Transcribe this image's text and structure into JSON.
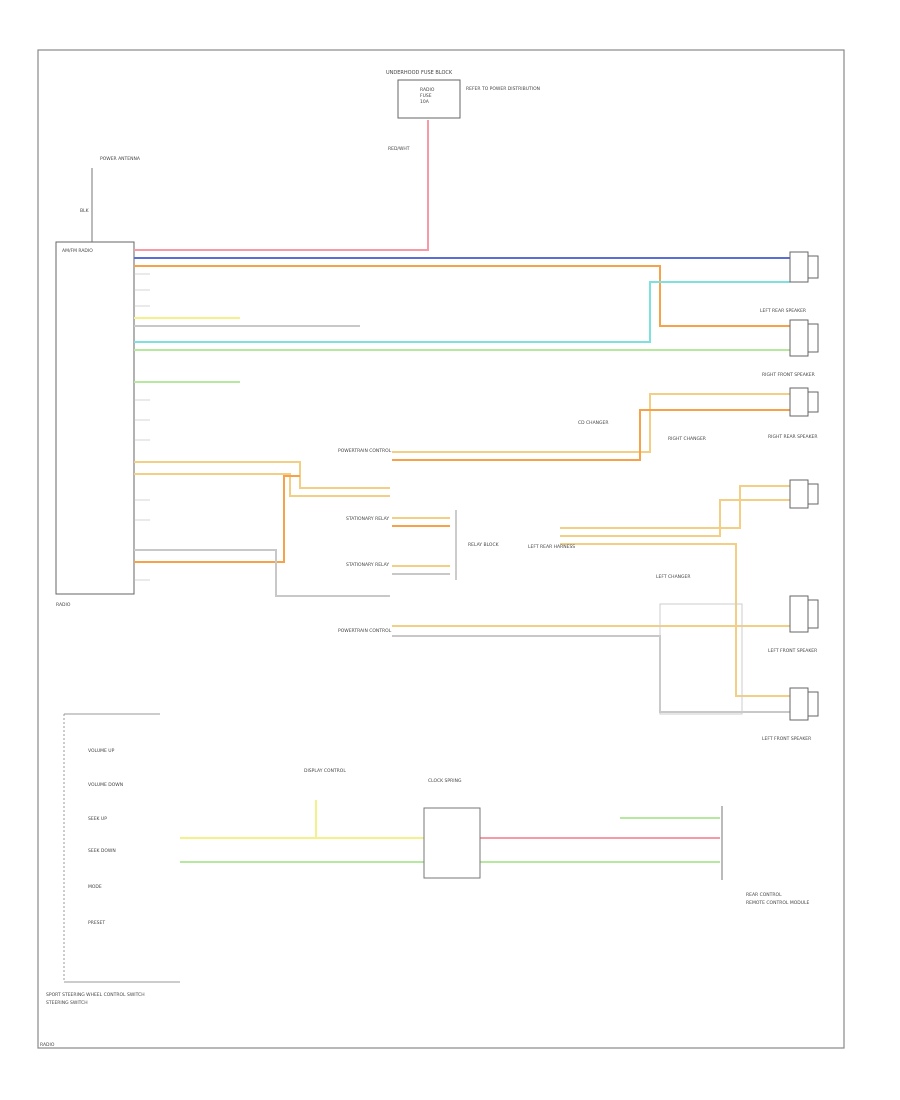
{
  "labels": {
    "fuse_block": "UNDERHOOD FUSE BLOCK",
    "fuse_line1": "RADIO",
    "fuse_line2": "FUSE",
    "fuse_line3": "10A",
    "fuse_note": "REFER TO POWER DISTRIBUTION",
    "fuse_wire": "RED/WHT",
    "antenna": "POWER ANTENNA",
    "antenna_wire": "BLK",
    "radio_title": "AM/FM RADIO",
    "radio_label": "RADIO",
    "left_rear_spk": "LEFT REAR SPEAKER",
    "right_front_spk": "RIGHT FRONT SPEAKER",
    "right_rear_spk": "RIGHT REAR SPEAKER",
    "left_front_spk": "LEFT FRONT SPEAKER",
    "left_front_spk2": "LEFT FRONT SPEAKER",
    "power_group_top": "POWERTRAIN CONTROL",
    "power_group_bottom": "POWERTRAIN CONTROL",
    "relay_block": "RELAY BLOCK",
    "relay_top": "STATIONARY RELAY",
    "relay_bottom": "STATIONARY RELAY",
    "wire_harness_left": "LEFT REAR HARNESS",
    "rh_changer_top": "CD CHANGER",
    "rh_changer_mid": "RIGHT CHANGER",
    "lh_changer": "LEFT CHANGER",
    "steering_ctrl": "SPORT STEERING WHEEL CONTROL SWITCH",
    "steering_ctrl_sub": "STEERING SWITCH",
    "rear_ctrl": "REAR CONTROL",
    "rear_ctrl_sub": "REMOTE CONTROL MODULE",
    "clock_spring": "CLOCK SPRING",
    "display_ctrl": "DISPLAY CONTROL",
    "sw_volume_up": "VOLUME UP",
    "sw_volume_down": "VOLUME DOWN",
    "sw_seek_up": "SEEK UP",
    "sw_seek_down": "SEEK DOWN",
    "sw_mode": "MODE",
    "sw_preset": "PRESET",
    "footer": "RADIO"
  },
  "colors": {
    "red": "#f59aa6",
    "blue": "#5a6fd6",
    "orange": "#f5a24a",
    "cyan": "#7fe0e0",
    "yellow": "#f4f08a",
    "green": "#b6e8a0",
    "tan": "#f3cf86",
    "gray": "#c8c8c8"
  }
}
